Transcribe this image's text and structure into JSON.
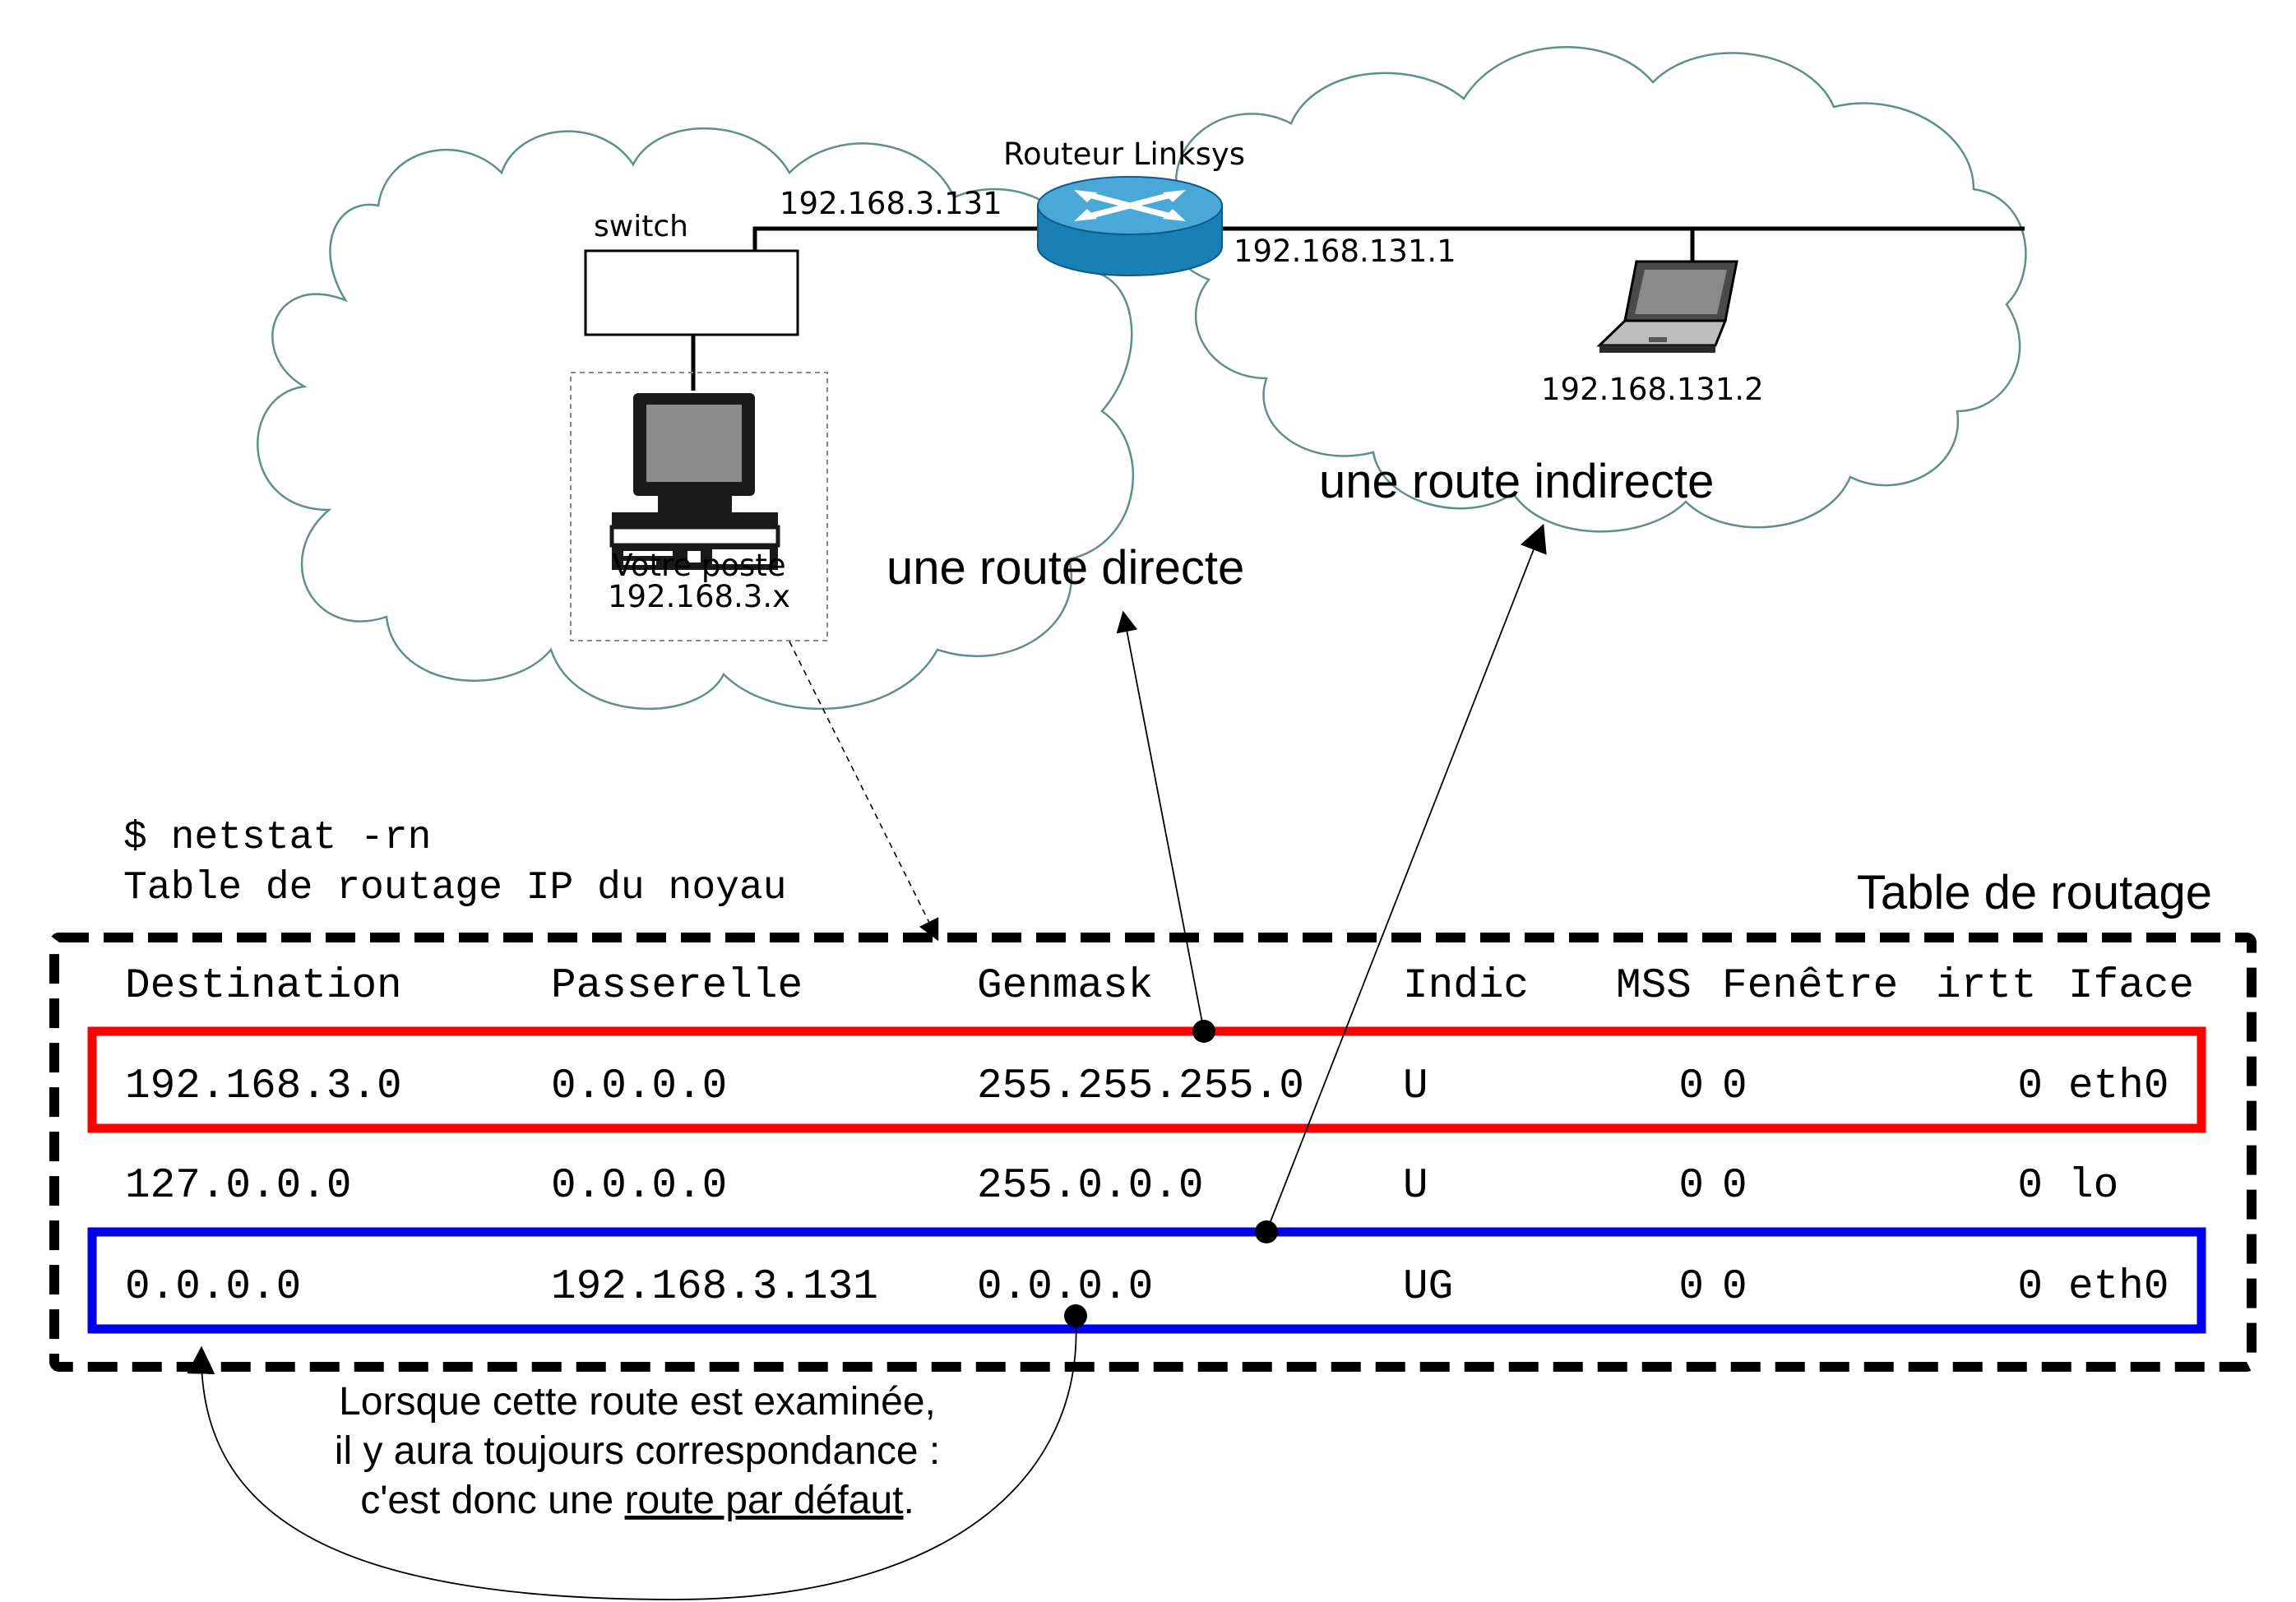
{
  "network": {
    "switch_label": "switch",
    "router_label": "Routeur Linksys",
    "router_ip_left": "192.168.3.131",
    "router_ip_right": "192.168.131.1",
    "laptop_ip": "192.168.131.2",
    "host_label_line1": "Votre poste",
    "host_label_line2": "192.168.3.x"
  },
  "annotations": {
    "direct_route": "une route directe",
    "indirect_route": "une route indirecte",
    "table_caption": "Table de routage",
    "default_note_line1": "Lorsque cette route est examinée,",
    "default_note_line2": "il y aura toujours correspondance :",
    "default_note_line3_prefix": "c'est donc une ",
    "default_note_line3_link": "route par défaut",
    "default_note_line3_suffix": "."
  },
  "terminal": {
    "command": "$ netstat -rn",
    "subtitle": "Table de routage IP du noyau"
  },
  "routing_table": {
    "headers": {
      "destination": "Destination",
      "gateway": "Passerelle",
      "genmask": "Genmask",
      "flags": "Indic",
      "mss": "MSS",
      "window": "Fenêtre",
      "irtt": "irtt",
      "iface": "Iface"
    },
    "rows": [
      {
        "destination": "192.168.3.0",
        "gateway": "0.0.0.0",
        "genmask": "255.255.255.0",
        "flags": "U",
        "mss": "0",
        "window": "0",
        "irtt": "0",
        "iface": "eth0"
      },
      {
        "destination": "127.0.0.0",
        "gateway": "0.0.0.0",
        "genmask": "255.0.0.0",
        "flags": "U",
        "mss": "0",
        "window": "0",
        "irtt": "0",
        "iface": "lo"
      },
      {
        "destination": "0.0.0.0",
        "gateway": "192.168.3.131",
        "genmask": "0.0.0.0",
        "flags": "UG",
        "mss": "0",
        "window": "0",
        "irtt": "0",
        "iface": "eth0"
      }
    ]
  },
  "colors": {
    "cloud_stroke": "#5f8f8a",
    "direct_highlight": "#ff0000",
    "default_highlight": "#0000ee",
    "router_body": "#1a7fb5",
    "router_top": "#4aa8d8"
  }
}
